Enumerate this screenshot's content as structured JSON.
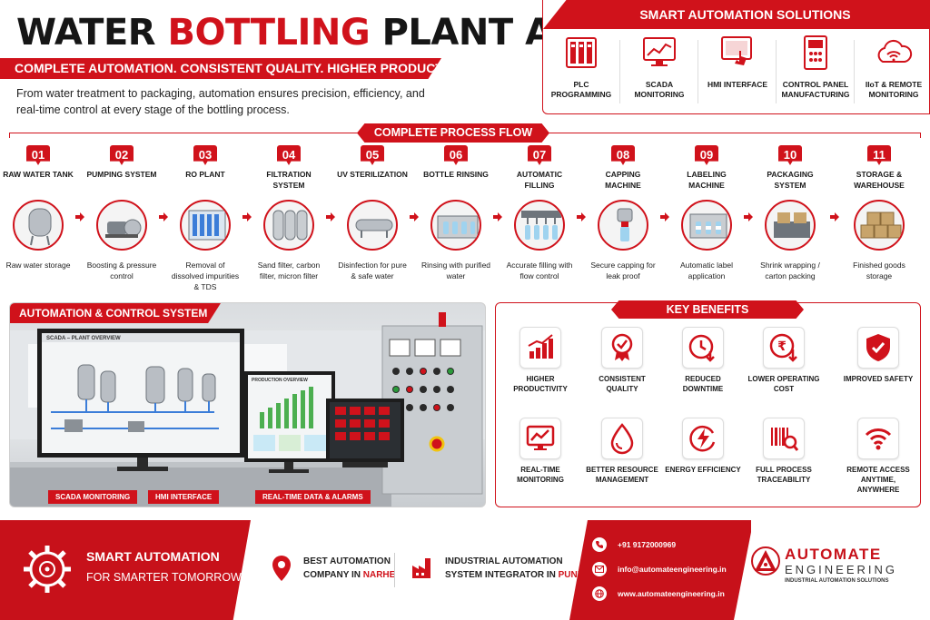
{
  "header": {
    "title_part1": "WATER ",
    "title_part2": "BOTTLING",
    "title_part3": " PLANT AUTOMATION",
    "tagline": "COMPLETE AUTOMATION. CONSISTENT QUALITY. HIGHER PRODUCTIVITY.",
    "intro": "From water treatment to packaging, automation ensures precision, efficiency, and real-time control at every stage of the bottling process."
  },
  "smart_solutions": {
    "heading": "SMART AUTOMATION SOLUTIONS",
    "items": [
      {
        "label": "PLC PROGRAMMING",
        "icon": "plc-icon"
      },
      {
        "label": "SCADA MONITORING",
        "icon": "scada-monitor-icon"
      },
      {
        "label": "HMI INTERFACE",
        "icon": "hmi-touch-icon"
      },
      {
        "label": "CONTROL PANEL MANUFACTURING",
        "icon": "control-panel-icon"
      },
      {
        "label": "IIoT & REMOTE MONITORING",
        "icon": "cloud-wifi-icon"
      }
    ]
  },
  "process": {
    "heading": "COMPLETE PROCESS FLOW",
    "steps": [
      {
        "num": "01",
        "name": "RAW WATER TANK",
        "desc": "Raw water storage"
      },
      {
        "num": "02",
        "name": "PUMPING SYSTEM",
        "desc": "Boosting & pressure control"
      },
      {
        "num": "03",
        "name": "RO PLANT",
        "desc": "Removal of dissolved impurities & TDS"
      },
      {
        "num": "04",
        "name": "FILTRATION SYSTEM",
        "desc": "Sand filter, carbon filter, micron filter"
      },
      {
        "num": "05",
        "name": "UV STERILIZATION",
        "desc": "Disinfection for pure & safe water"
      },
      {
        "num": "06",
        "name": "BOTTLE RINSING",
        "desc": "Rinsing with purified water"
      },
      {
        "num": "07",
        "name": "AUTOMATIC FILLING",
        "desc": "Accurate filling with flow control"
      },
      {
        "num": "08",
        "name": "CAPPING MACHINE",
        "desc": "Secure capping for leak proof"
      },
      {
        "num": "09",
        "name": "LABELING MACHINE",
        "desc": "Automatic label application"
      },
      {
        "num": "10",
        "name": "PACKAGING SYSTEM",
        "desc": "Shrink wrapping / carton packing"
      },
      {
        "num": "11",
        "name": "STORAGE & WAREHOUSE",
        "desc": "Finished goods storage"
      }
    ]
  },
  "control": {
    "heading": "AUTOMATION & CONTROL SYSTEM",
    "screen1_title": "SCADA – PLANT OVERVIEW",
    "screen2_title": "PRODUCTION OVERVIEW",
    "tags": [
      "SCADA MONITORING",
      "HMI INTERFACE",
      "REAL-TIME DATA & ALARMS"
    ]
  },
  "benefits": {
    "heading": "KEY BENEFITS",
    "items": [
      {
        "label": "HIGHER PRODUCTIVITY",
        "icon": "growth-chart-icon"
      },
      {
        "label": "CONSISTENT QUALITY",
        "icon": "quality-badge-icon"
      },
      {
        "label": "REDUCED DOWNTIME",
        "icon": "clock-down-icon"
      },
      {
        "label": "LOWER OPERATING COST",
        "icon": "rupee-down-icon"
      },
      {
        "label": "IMPROVED SAFETY",
        "icon": "shield-check-icon"
      },
      {
        "label": "REAL-TIME MONITORING",
        "icon": "monitor-graph-icon"
      },
      {
        "label": "BETTER RESOURCE MANAGEMENT",
        "icon": "water-drop-icon"
      },
      {
        "label": "ENERGY EFFICIENCY",
        "icon": "energy-bolt-icon"
      },
      {
        "label": "FULL PROCESS TRACEABILITY",
        "icon": "barcode-search-icon"
      },
      {
        "label": "REMOTE ACCESS ANYTIME, ANYWHERE",
        "icon": "wifi-icon"
      }
    ]
  },
  "footer": {
    "slogan1": "SMART AUTOMATION",
    "slogan2": "FOR SMARTER TOMORROW",
    "best_line1": "BEST AUTOMATION",
    "best_line2a": "COMPANY IN ",
    "best_line2b": "NARHE",
    "ind_line1": "INDUSTRIAL AUTOMATION",
    "ind_line2a": "SYSTEM INTEGRATOR IN ",
    "ind_line2b": "PUNE",
    "phone": "+91 9172000969",
    "email": "info@automateengineering.in",
    "website": "www.automateengineering.in",
    "logo_line1": "AUTOMATE",
    "logo_line2": "ENGINEERING",
    "logo_line3": "INDUSTRIAL AUTOMATION SOLUTIONS"
  },
  "colors": {
    "accent": "#d0121b",
    "dark": "#1a1a1a"
  }
}
